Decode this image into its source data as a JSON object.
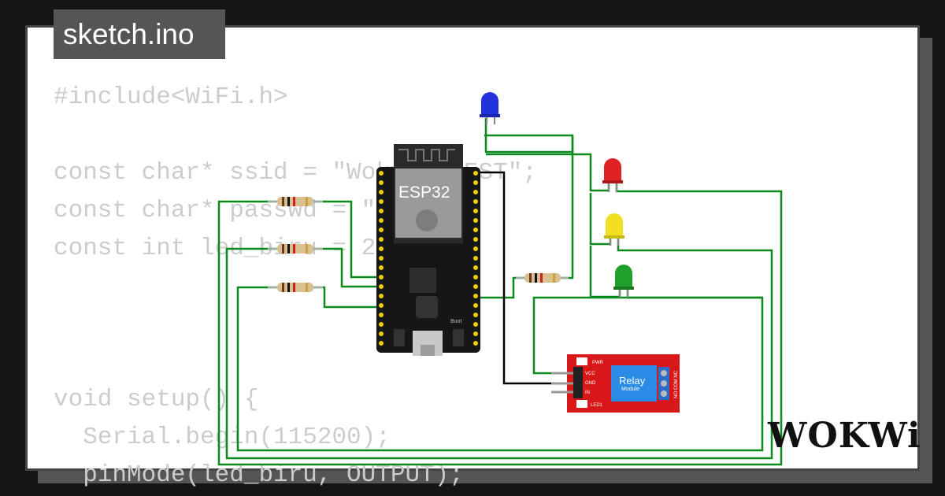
{
  "header": {
    "filename": "sketch.ino"
  },
  "code": {
    "lines": [
      "#include<WiFi.h>",
      "",
      "const char* ssid = \"Wokwi-GUEST\";",
      "const char* passwd = \"\";",
      "const int led_biru = 2;",
      "",
      "",
      "",
      "void setup() {",
      "  Serial.begin(115200);",
      "  pinMode(led_biru, OUTPUT);"
    ]
  },
  "board": {
    "label": "ESP32",
    "boot_label": "Boot"
  },
  "relay": {
    "title": "Relay",
    "subtitle": "Module",
    "pin_vcc": "VCC",
    "pin_gnd": "GND",
    "pin_in": "IN",
    "pwr_label": "PWR",
    "led_label": "LED1",
    "terminal_labels": "NO COM NC"
  },
  "brand": "WOKWi",
  "colors": {
    "wire": "#0b8a1e",
    "wire_black": "#000000",
    "led_blue": "#2233dd",
    "led_red": "#e02222",
    "led_yellow": "#f0e020",
    "led_green": "#22a02e",
    "relay_board": "#d81818",
    "relay_label_bg": "#2a8be6"
  }
}
